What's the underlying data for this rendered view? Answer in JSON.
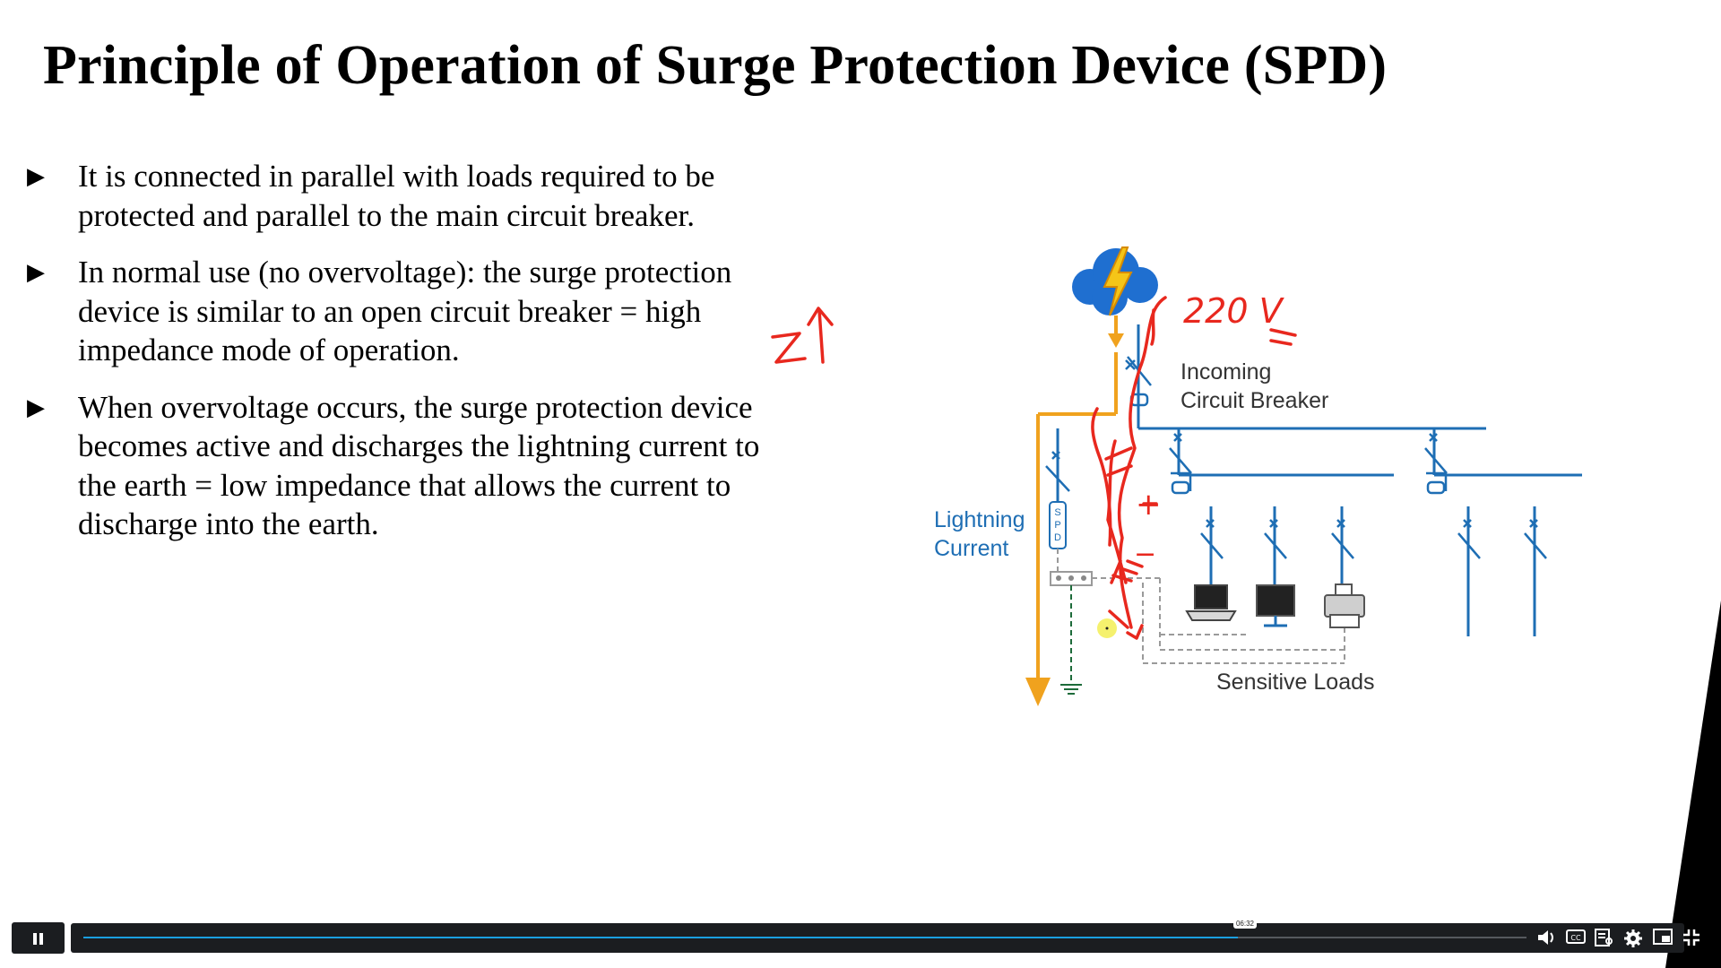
{
  "slide": {
    "title": "Principle of Operation of Surge Protection Device (SPD)",
    "bullets": [
      {
        "marker": "▶",
        "text": "It is connected in parallel with loads required to be protected and parallel to the main circuit breaker."
      },
      {
        "marker": "▶",
        "text": "In normal use (no overvoltage): the surge protection device is similar to an open circuit breaker = high impedance mode of operation."
      },
      {
        "marker": "▶",
        "text": "When overvoltage occurs, the surge protection device becomes active and discharges the lightning current to the earth = low impedance that allows the current to discharge into the earth."
      }
    ]
  },
  "diagram": {
    "label_breaker_line1": "Incoming",
    "label_breaker_line2": "Circuit Breaker",
    "label_lightning_line1": "Lightning",
    "label_lightning_line2": "Current",
    "label_spd_s": "S",
    "label_spd_p": "P",
    "label_spd_d": "D",
    "label_loads": "Sensitive Loads",
    "annotation_voltage": "220 V",
    "annotation_impedance": "Z↑",
    "annotation_plus": "+",
    "annotation_minus": "−",
    "colors": {
      "circuit": "#1e6eb4",
      "lightning": "#f0a21e",
      "annotation": "#e8281e",
      "cloud": "#1f6fd0",
      "ground": "#1d6b3a"
    }
  },
  "player": {
    "time_tooltip": "06:32",
    "progress_fraction": 0.8,
    "icons": [
      "pause-icon",
      "volume-icon",
      "captions-icon",
      "transcript-icon",
      "settings-icon",
      "picture-in-picture-icon",
      "exit-fullscreen-icon"
    ]
  }
}
